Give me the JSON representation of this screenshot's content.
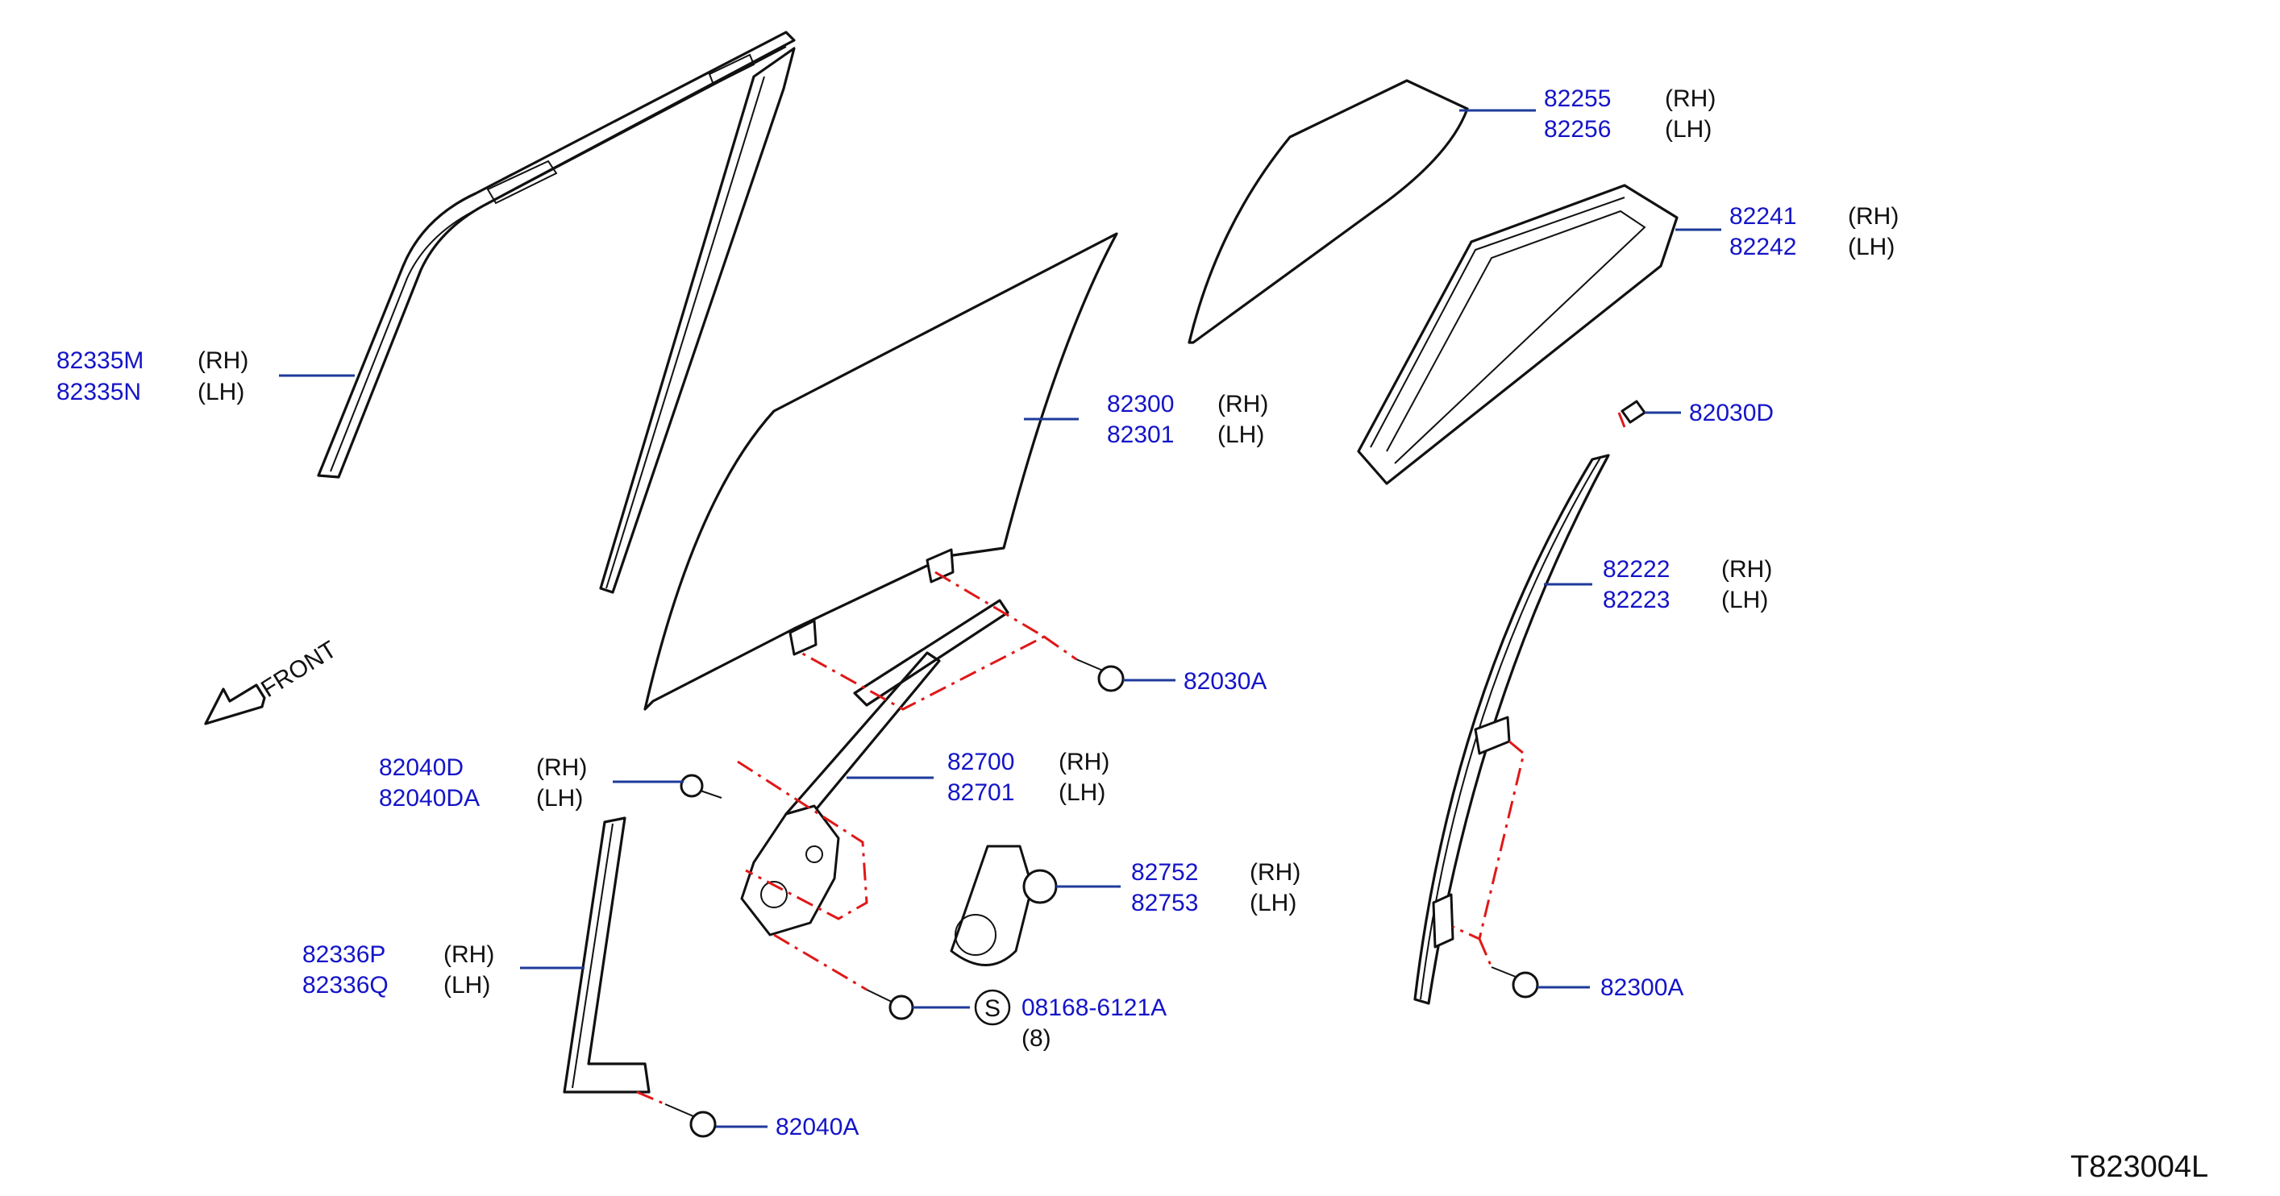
{
  "diagram": {
    "reference_code": "T823004L",
    "direction_label": "FRONT",
    "side_rh": "(RH)",
    "side_lh": "(LH)",
    "callouts": {
      "sash_front": {
        "rh": "82335M",
        "lh": "82335N"
      },
      "glass": {
        "rh": "82300",
        "lh": "82301"
      },
      "partition_glass": {
        "rh": "82255",
        "lh": "82256"
      },
      "glass_seal": {
        "rh": "82241",
        "lh": "82242"
      },
      "screw_top": {
        "single": "82030D"
      },
      "sash_rear": {
        "rh": "82222",
        "lh": "82223"
      },
      "glass_bolt": {
        "single": "82030A"
      },
      "regulator_bolt": {
        "rh": "82040D",
        "lh": "82040DA"
      },
      "regulator": {
        "rh": "82700",
        "lh": "82701"
      },
      "motor": {
        "rh": "82752",
        "lh": "82753"
      },
      "sash_lower": {
        "rh": "82336P",
        "lh": "82336Q"
      },
      "standard_bolt": {
        "symbol": "S",
        "number": "08168-6121A",
        "qty": "(8)"
      },
      "sash_bolt": {
        "single": "82040A"
      },
      "rear_sash_bolt": {
        "single": "82300A"
      }
    }
  }
}
